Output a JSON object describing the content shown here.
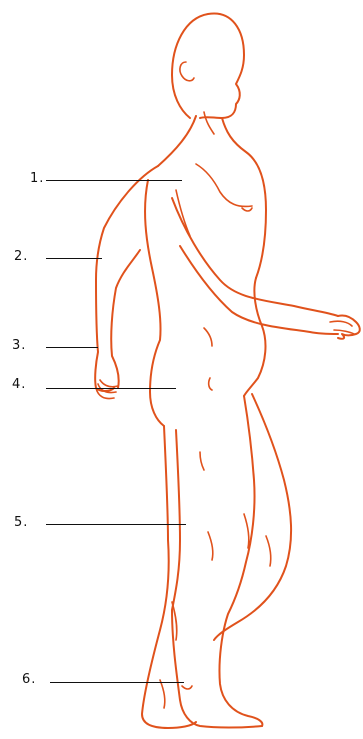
{
  "labels": [
    {
      "number": "1."
    },
    {
      "number": "2."
    },
    {
      "number": "3."
    },
    {
      "number": "4."
    },
    {
      "number": "5."
    },
    {
      "number": "6."
    }
  ],
  "colors": {
    "figure_outline": "#e0521c",
    "label_text": "#111111",
    "leader_line": "#111111"
  }
}
